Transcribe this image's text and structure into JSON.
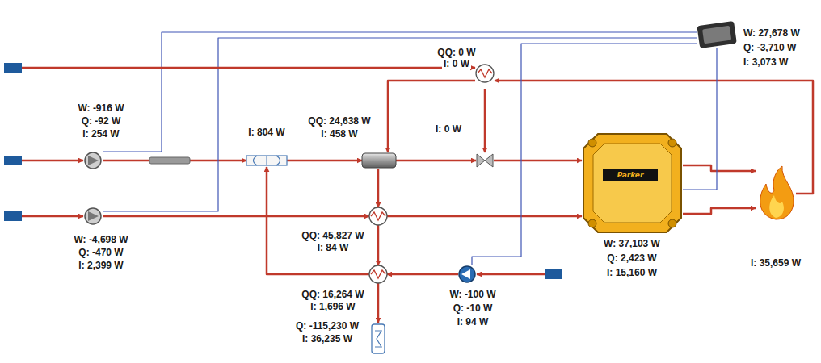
{
  "diagram": {
    "nodes": [
      {
        "text": [
          "W: 27,678 W",
          "Q: -3,710 W",
          "I: 3,073 W"
        ]
      },
      {
        "text": [
          "QQ: 0 W",
          "I: 0 W"
        ]
      },
      {
        "text": [
          "W: -916 W",
          "Q: -92 W",
          "I: 254 W"
        ]
      },
      {
        "text": [
          "I: 804 W"
        ]
      },
      {
        "text": [
          "QQ: 24,638 W",
          "I: 458 W"
        ]
      },
      {
        "text": [
          "I: 0 W"
        ]
      },
      {
        "text": [
          "Parker",
          "W: 37,103 W",
          "Q: 2,423 W",
          "I: 15,160 W"
        ]
      },
      {
        "text": [
          "I: 35,659 W"
        ]
      },
      {
        "text": [
          "W: -4,698 W",
          "Q: -470 W",
          "I: 2,399 W"
        ]
      },
      {
        "text": [
          "QQ: 45,827 W",
          "I: 84 W"
        ]
      },
      {
        "text": [
          "QQ: 16,264 W",
          "I: 1,696 W"
        ]
      },
      {
        "text": [
          "W: -100 W",
          "Q: -10 W",
          "I: 94 W"
        ]
      },
      {
        "text": [
          "Q: -115,230 W",
          "I: 36,235 W"
        ]
      }
    ],
    "edges": [
      {
        "from": 2,
        "to": 3,
        "arrow": "to"
      },
      {
        "from": 3,
        "to": 4,
        "arrow": "to"
      },
      {
        "from": 4,
        "to": 5,
        "arrow": "to"
      },
      {
        "from": 5,
        "to": 6,
        "arrow": "to"
      },
      {
        "from": 1,
        "to": 5,
        "arrow": "to"
      },
      {
        "from": 1,
        "to": 4,
        "arrow": "to"
      },
      {
        "from": 7,
        "to": 1,
        "arrow": "to"
      },
      {
        "from": 8,
        "to": 9,
        "arrow": "to"
      },
      {
        "from": 9,
        "to": 6,
        "arrow": "to"
      },
      {
        "from": 4,
        "to": 9,
        "arrow": "to"
      },
      {
        "from": 9,
        "to": 10,
        "arrow": "to"
      },
      {
        "from": 10,
        "to": 12,
        "arrow": "to"
      },
      {
        "from": 11,
        "to": 10,
        "arrow": "to"
      },
      {
        "from": 10,
        "to": 3,
        "arrow": "to"
      },
      {
        "from": 6,
        "to": 7,
        "arrow": "to"
      },
      {
        "from": 6,
        "to": 7,
        "arrow": "to"
      },
      {
        "from": 0,
        "to": 2,
        "arrow": "none"
      },
      {
        "from": 0,
        "to": 8,
        "arrow": "none"
      },
      {
        "from": 0,
        "to": 11,
        "arrow": "none"
      },
      {
        "from": 0,
        "to": 6,
        "arrow": "none"
      }
    ]
  }
}
